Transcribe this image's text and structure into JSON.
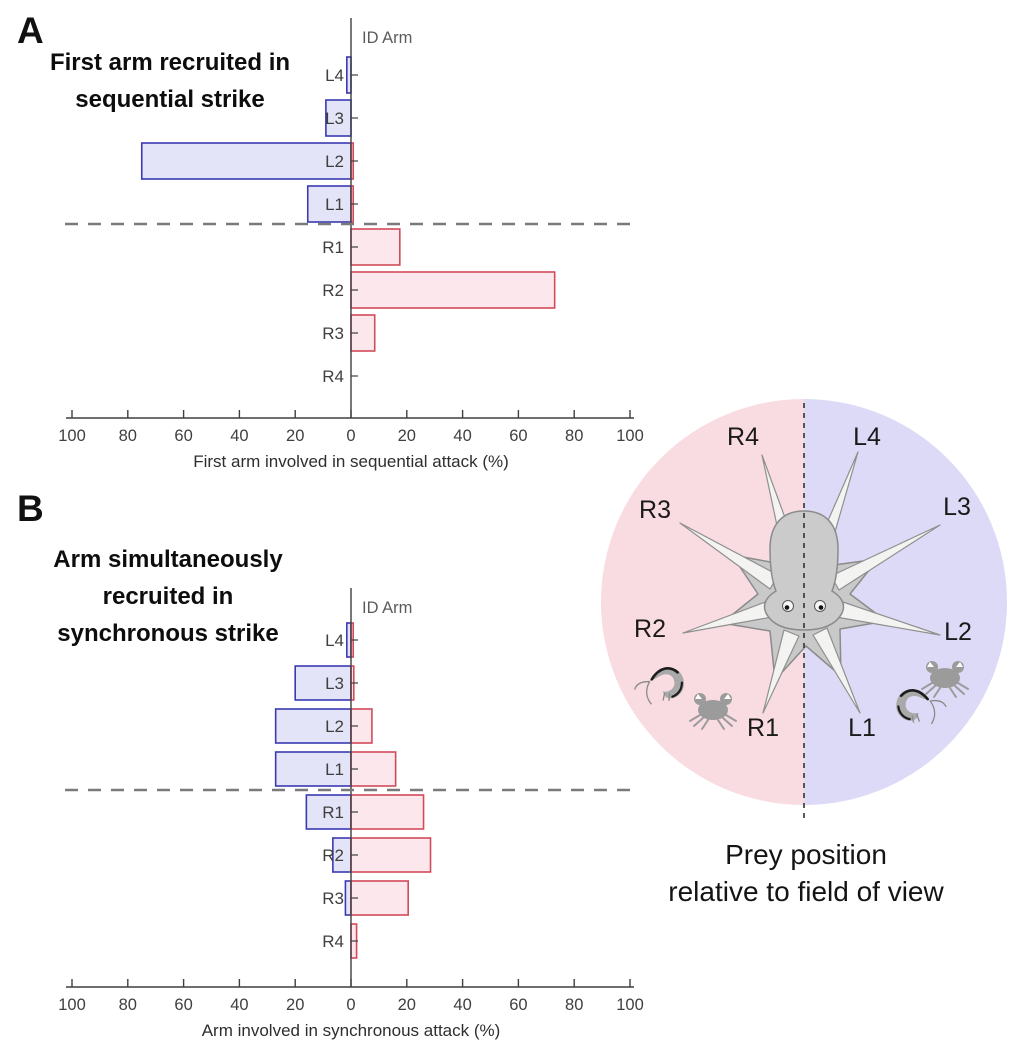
{
  "panels": {
    "a": {
      "letter": "A",
      "title_lines": [
        "First arm recruited in",
        "sequential strike"
      ],
      "id_axis_label": "ID Arm",
      "xlabel": "First arm involved in sequential attack (%)"
    },
    "b": {
      "letter": "B",
      "title_lines": [
        "Arm simultaneously",
        "recruited in",
        "synchronous strike"
      ],
      "id_axis_label": "ID Arm",
      "xlabel": "Arm involved in synchronous attack (%)"
    }
  },
  "octopus": {
    "labels": [
      "R4",
      "L4",
      "R3",
      "L3",
      "R2",
      "L2",
      "R1",
      "L1"
    ],
    "caption_lines": [
      "Prey position",
      "relative to field of view"
    ],
    "left_field_color": "#f9dbe2",
    "right_field_color": "#dcdaf6",
    "body_color": "#cbcbcb",
    "arm_color": "#f3f3f1"
  },
  "colors": {
    "blue_stroke": "#3a3ab2",
    "blue_fill": "#e4e4f8",
    "red_stroke": "#d24b5a",
    "red_fill": "#fce8ec",
    "axis": "#3f3f3f",
    "dashed": "#7a7a7a",
    "tick_text": "#3f3f3f",
    "id_arm_text": "#5c5c5c"
  },
  "chart_data": [
    {
      "type": "bar",
      "panel": "A",
      "title": "First arm recruited in sequential strike",
      "orientation": "horizontal-diverging",
      "categories": [
        "L4",
        "L3",
        "L2",
        "L1",
        "R1",
        "R2",
        "R3",
        "R4"
      ],
      "series": [
        {
          "name": "left arms (blue, plotted leftward)",
          "direction": "left",
          "values": [
            1.5,
            9,
            75,
            15.5,
            0,
            0,
            0,
            0
          ]
        },
        {
          "name": "right arms (red, plotted rightward)",
          "direction": "right",
          "values": [
            0,
            0,
            0.8,
            0.8,
            17.5,
            73,
            8.5,
            0
          ]
        }
      ],
      "xlabel": "First arm involved in sequential attack (%)",
      "xticks": [
        100,
        80,
        60,
        40,
        20,
        0,
        20,
        40,
        60,
        80,
        100
      ],
      "xlim": [
        -100,
        100
      ],
      "separator": "dashed horizontal line between L1 and R1 rows",
      "grid": false,
      "legend": false
    },
    {
      "type": "bar",
      "panel": "B",
      "title": "Arm simultaneously recruited in synchronous strike",
      "orientation": "horizontal-diverging",
      "categories": [
        "L4",
        "L3",
        "L2",
        "L1",
        "R1",
        "R2",
        "R3",
        "R4"
      ],
      "series": [
        {
          "name": "prey in left field (blue, plotted leftward)",
          "direction": "left",
          "values": [
            1.5,
            20,
            27,
            27,
            16,
            6.5,
            2,
            0
          ]
        },
        {
          "name": "prey in right field (red, plotted rightward)",
          "direction": "right",
          "values": [
            0.8,
            1,
            7.5,
            16,
            26,
            28.5,
            20.5,
            2
          ]
        }
      ],
      "xlabel": "Arm involved in synchronous attack (%)",
      "xticks": [
        100,
        80,
        60,
        40,
        20,
        0,
        20,
        40,
        60,
        80,
        100
      ],
      "xlim": [
        -100,
        100
      ],
      "separator": "dashed horizontal line between L1 and R1 rows",
      "grid": false,
      "legend": false
    }
  ]
}
